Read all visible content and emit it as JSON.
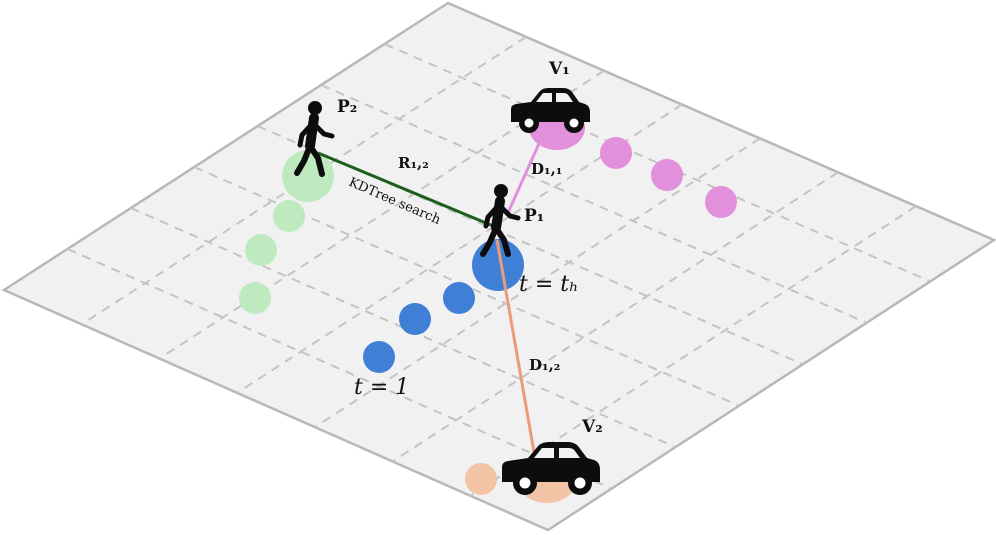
{
  "labels": {
    "p1": "P₁",
    "p2": "P₂",
    "v1": "V₁",
    "v2": "V₂",
    "r12": "R₁,₂",
    "d11": "D₁,₁",
    "d12": "D₁,₂",
    "kdtree": "KDTree search",
    "t_h": "t = tₕ",
    "t_1": "t = 1"
  },
  "colors": {
    "plane_fill": "#f1f1f1",
    "plane_edge": "#b8b8b8",
    "grid": "#c4c4c4",
    "p1_track": "#3f7fd6",
    "p2_track": "#bfeac0",
    "v1_track": "#e28fdc",
    "v2_track": "#f3c3a6",
    "r12_line": "#1d5e1d",
    "d11_line": "#e28fdc",
    "d12_line": "#ec9b78",
    "icon": "#0d0d0d"
  },
  "icons": {
    "pedestrian": "pedestrian-icon",
    "car": "car-icon"
  }
}
